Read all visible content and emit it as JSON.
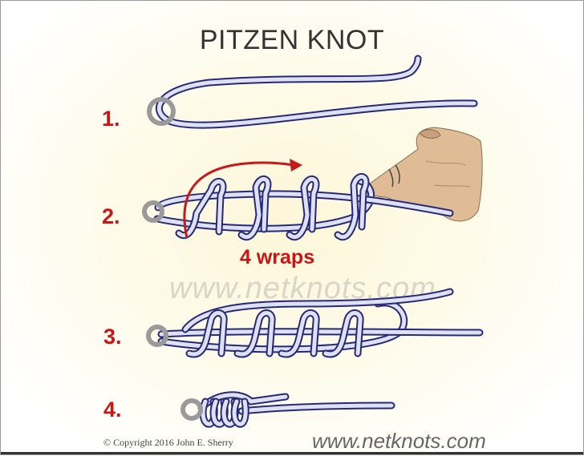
{
  "title": "PITZEN KNOT",
  "steps": [
    "1.",
    "2.",
    "3.",
    "4."
  ],
  "wraps_label": "4  wraps",
  "watermark": "www.netknots.com",
  "site": "www.netknots.com",
  "copyright": "© Copyright  2016  John E. Sherry",
  "colors": {
    "rope_fill": "#dfe1f2",
    "rope_outline": "#252a78",
    "ring": "#9a9a9a",
    "step_number": "#cc1414",
    "arrow": "#c41a1a",
    "skin": "#dfbb96"
  }
}
